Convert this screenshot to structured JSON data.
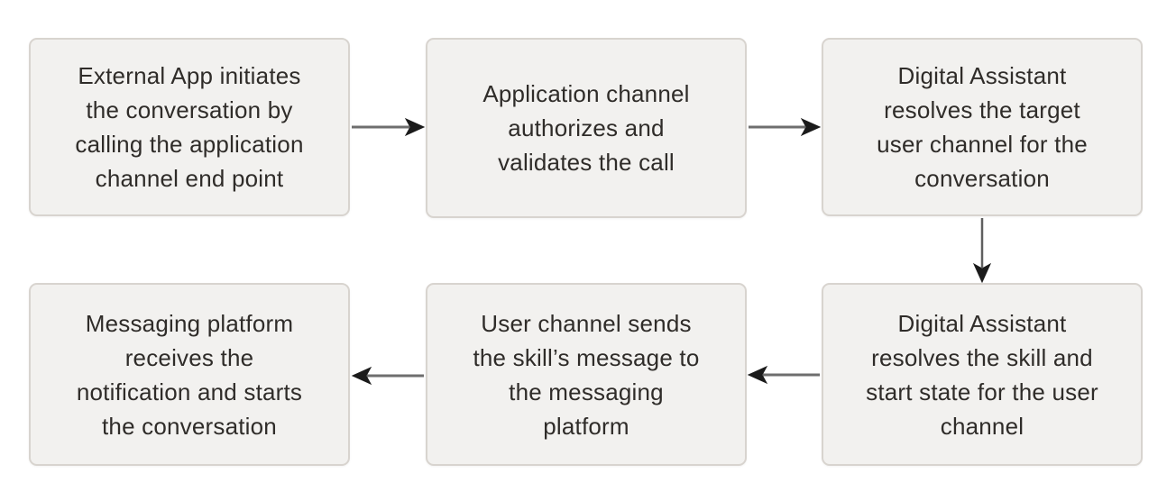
{
  "diagram": {
    "type": "flowchart",
    "colors": {
      "node_fill": "#f2f1ef",
      "node_border": "#d8d4cf",
      "text": "#2f2c29",
      "arrow_shaft": "#6e6e6e",
      "arrow_head": "#1b1b1b",
      "background": "#ffffff"
    },
    "nodes": [
      {
        "id": "external-app",
        "lines": [
          "External App initiates",
          "the conversation by",
          "calling the application",
          "channel end point"
        ]
      },
      {
        "id": "app-channel",
        "lines": [
          "Application channel",
          "authorizes and",
          "validates the call"
        ]
      },
      {
        "id": "da-user-channel",
        "lines": [
          "Digital Assistant",
          "resolves the target",
          "user channel for the",
          "conversation"
        ]
      },
      {
        "id": "da-skill",
        "lines": [
          "Digital Assistant",
          "resolves the skill and",
          "start state for the user",
          "channel"
        ]
      },
      {
        "id": "user-channel-send",
        "lines": [
          "User channel sends",
          "the skill’s message to",
          "the messaging",
          "platform"
        ]
      },
      {
        "id": "messaging-platform",
        "lines": [
          "Messaging platform",
          "receives the",
          "notification and starts",
          "the conversation"
        ]
      }
    ],
    "edges": [
      {
        "from": "external-app",
        "to": "app-channel",
        "direction": "right"
      },
      {
        "from": "app-channel",
        "to": "da-user-channel",
        "direction": "right"
      },
      {
        "from": "da-user-channel",
        "to": "da-skill",
        "direction": "down"
      },
      {
        "from": "da-skill",
        "to": "user-channel-send",
        "direction": "left"
      },
      {
        "from": "user-channel-send",
        "to": "messaging-platform",
        "direction": "left"
      }
    ]
  }
}
